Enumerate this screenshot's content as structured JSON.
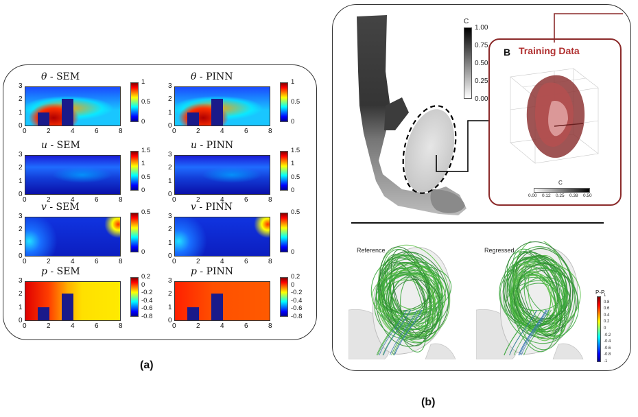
{
  "panel_a": {
    "caption": "(a)",
    "plots": [
      {
        "var": "θ",
        "method": "SEM",
        "ticks": [
          "1",
          "0.5",
          "0"
        ]
      },
      {
        "var": "θ",
        "method": "PINN",
        "ticks": [
          "1",
          "0.5",
          "0"
        ]
      },
      {
        "var": "u",
        "method": "SEM",
        "ticks": [
          "1.5",
          "1",
          "0.5",
          "0"
        ]
      },
      {
        "var": "u",
        "method": "PINN",
        "ticks": [
          "1.5",
          "1",
          "0.5",
          "0"
        ]
      },
      {
        "var": "v",
        "method": "SEM",
        "ticks": [
          "0.5",
          "0"
        ]
      },
      {
        "var": "v",
        "method": "PINN",
        "ticks": [
          "0.5",
          "0"
        ]
      },
      {
        "var": "p",
        "method": "SEM",
        "ticks": [
          "0.2",
          "0",
          "-0.2",
          "-0.4",
          "-0.6",
          "-0.8"
        ]
      },
      {
        "var": "p",
        "method": "PINN",
        "ticks": [
          "0.2",
          "0",
          "-0.2",
          "-0.4",
          "-0.6",
          "-0.8"
        ]
      }
    ],
    "x_ticks": [
      "0",
      "2",
      "4",
      "6",
      "8"
    ],
    "y_ticks": [
      "3",
      "2",
      "1",
      "0"
    ],
    "separator": " - "
  },
  "panel_b": {
    "caption": "(b)",
    "colorbar_label": "C",
    "colorbar_ticks": [
      "1.00",
      "0.75",
      "0.50",
      "0.25",
      "0.00"
    ],
    "inset_letter": "B",
    "inset_title": "Training Data",
    "inset_colorbar_label": "C",
    "inset_colorbar_ticks": [
      "0.00",
      "0.12",
      "0.25",
      "0.38",
      "0.50"
    ],
    "reference_label": "Reference",
    "regressed_label": "Regressed",
    "legend_title": "P-P",
    "legend_ticks": [
      "1",
      "0.8",
      "0.6",
      "0.4",
      "0.2",
      "0",
      "-0.2",
      "-0.4",
      "-0.6",
      "-0.8",
      "-1"
    ],
    "colors": {
      "inset_border": "#8b2a2a",
      "inset_title": "#b03030",
      "streamline": "#39a63c"
    }
  }
}
